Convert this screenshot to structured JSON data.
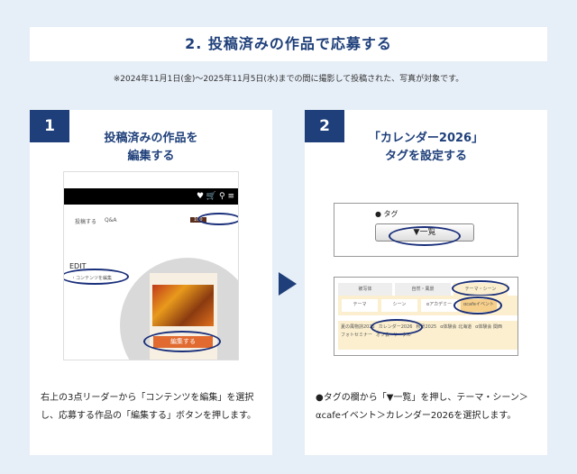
{
  "title": "2. 投稿済みの作品で応募する",
  "note": "※2024年11月1日(金)〜2025年11月5日(水)までの間に撮影して投稿された、写真が対象です。",
  "steps": [
    {
      "num": "1",
      "title1": "投稿済みの作品を",
      "title2": "編集する",
      "desc": "右上の3点リーダーから「コンテンツを編集」を選択し、応募する作品の「編集する」ボタンを押します。",
      "shot": {
        "post": "投稿する",
        "qa": "Q&A",
        "edit": "EDIT",
        "edit_item": "・コンテンツを編集",
        "edit_button": "編集する"
      }
    },
    {
      "num": "2",
      "title1": "「カレンダー2026」",
      "title2": "タグを設定する",
      "desc": "●タグの欄から「▼一覧」を押し、テーマ・シーン＞αcafeイベント＞カレンダー2026を選択します。",
      "shot": {
        "tag_label": "● タグ",
        "list_button": "▼一覧",
        "tabs": [
          "被写体",
          "自然・風景",
          "テーマ・シーン"
        ],
        "subtabs": [
          "テーマ",
          "シーン",
          "αアカデミー",
          "αcafeイベント"
        ],
        "tags": [
          "夏の風物詩2025",
          "カレンダー2026",
          "秋景2025",
          "α体験会 北海道",
          "α体験会 関西",
          "フォトセミナー",
          "オフ会",
          "サークル"
        ]
      }
    }
  ]
}
